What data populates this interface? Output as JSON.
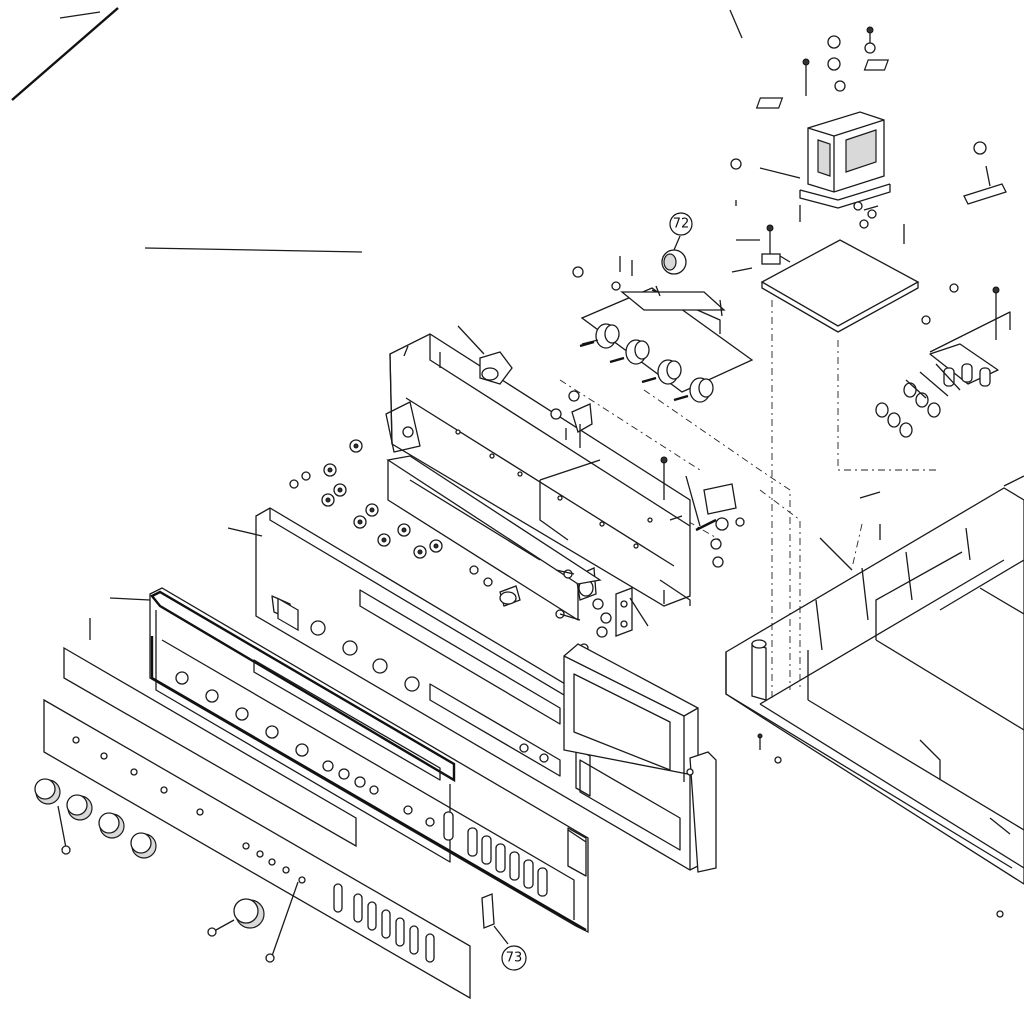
{
  "callouts": [
    {
      "id": "72",
      "label": "72"
    },
    {
      "id": "73",
      "label": "73"
    }
  ],
  "colors": {
    "ink": "#1a1a1a",
    "paper": "#ffffff"
  }
}
